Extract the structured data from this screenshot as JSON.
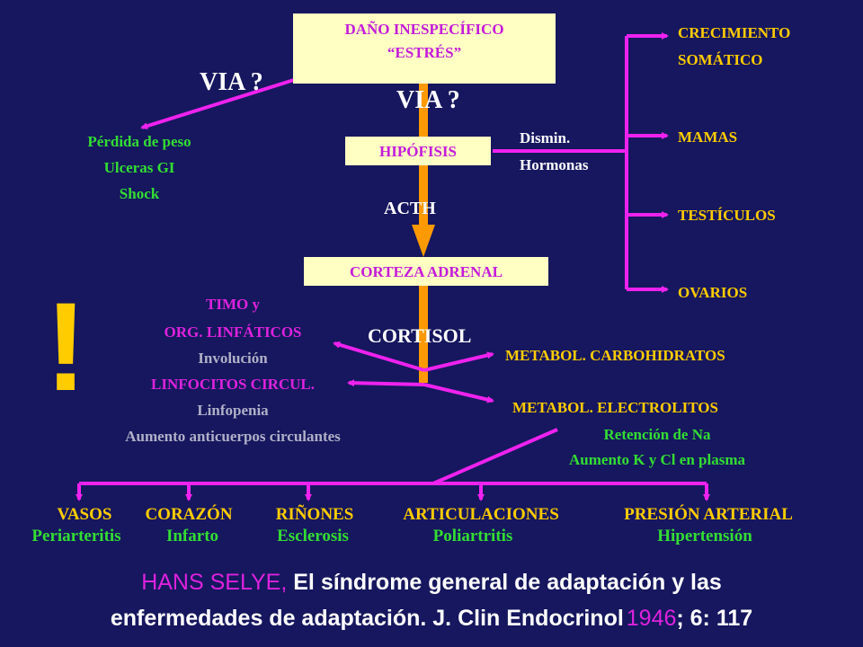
{
  "top_box": {
    "line1": "DAÑO INESPECÍFICO",
    "line2": "“ESTRÉS”"
  },
  "via_left": "VIA ?",
  "via_center": "VIA ?",
  "left_effects": [
    "Pérdida de peso",
    "Ulceras GI",
    "Shock"
  ],
  "hipofisis": "HIPÓFISIS",
  "acth": "ACTH",
  "corteza": "CORTEZA ADRENAL",
  "cortisol": "CORTISOL",
  "dismin": [
    "Dismin.",
    "Hormonas"
  ],
  "targets": [
    "CRECIMIENTO",
    "SOMÁTICO",
    "MAMAS",
    "TESTÍCULOS",
    "OVARIOS"
  ],
  "exclamation": "!",
  "timo": {
    "l1": "TIMO y",
    "l2": "ORG. LINFÁTICOS",
    "l3": "Involución",
    "l4": "LINFOCITOS CIRCUL.",
    "l5": "Linfopenia",
    "l6": "Aumento anticuerpos circulantes"
  },
  "metabol_carbo": "METABOL. CARBOHIDRATOS",
  "metabol_elec": "METABOL. ELECTROLITOS",
  "elec_effects": [
    "Retención de Na",
    "Aumento K y Cl en plasma"
  ],
  "organs": [
    {
      "name": "VASOS",
      "effect": "Periarteritis"
    },
    {
      "name": "CORAZÓN",
      "effect": "Infarto"
    },
    {
      "name": "RIÑONES",
      "effect": "Esclerosis"
    },
    {
      "name": "ARTICULACIONES",
      "effect": "Poliartritis"
    },
    {
      "name": "PRESIÓN ARTERIAL",
      "effect": "Hipertensión"
    }
  ],
  "citation": {
    "author": "HANS SELYE,",
    "text1": "El síndrome general de adaptación y las",
    "text2a": "enfermedades de adaptación. J. Clin Endocrinol",
    "year": "1946",
    "text2b": "; 6: 117"
  },
  "colors": {
    "background": "#16175e",
    "box": "#ffffc4",
    "box_text": "#c51bd8",
    "arrow_orange": "#ff9900",
    "arrow_magenta": "#ee22ee",
    "yellow_text": "#ffcc00",
    "green_text": "#33dd33"
  }
}
